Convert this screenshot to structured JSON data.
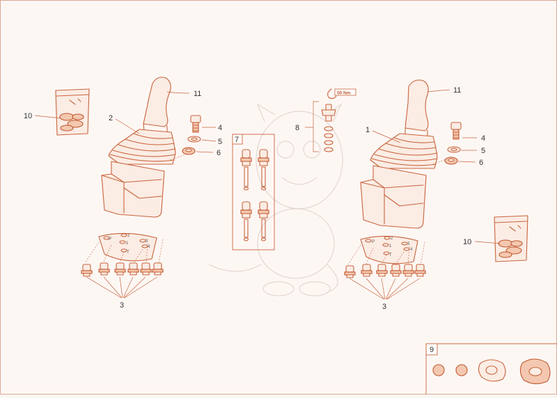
{
  "callouts": {
    "n1": "1",
    "n2": "2",
    "n3a": "3",
    "n3b": "3",
    "n4a": "4",
    "n4b": "4",
    "n5a": "5",
    "n5b": "5",
    "n6a": "6",
    "n6b": "6",
    "n7": "7",
    "n8": "8",
    "n9": "9",
    "n10a": "10",
    "n10b": "10",
    "n11a": "11",
    "n11b": "11"
  },
  "torque_label": "50 Nm",
  "port_labels": {
    "p": "P",
    "t": "T",
    "one": "1",
    "two": "2",
    "three": "3",
    "four": "4"
  },
  "colors": {
    "line": "#c8643c",
    "background": "#fdf7f4",
    "frame": "#d9a98f"
  }
}
